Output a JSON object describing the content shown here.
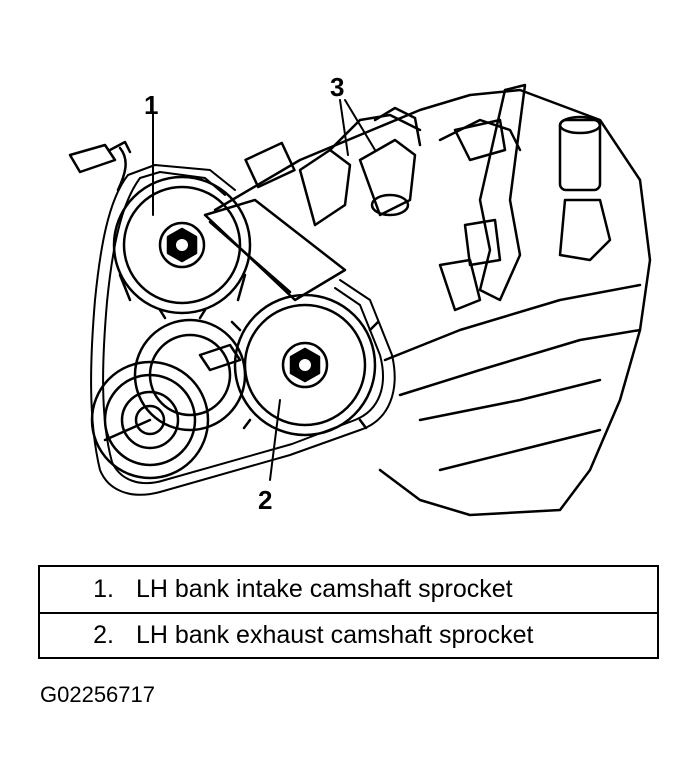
{
  "callouts": [
    "1",
    "2",
    "3"
  ],
  "legend": [
    {
      "number": "1.",
      "text": "LH bank intake camshaft sprocket"
    },
    {
      "number": "2.",
      "text": "LH bank exhaust camshaft sprocket"
    }
  ],
  "figure_id": "G02256717"
}
